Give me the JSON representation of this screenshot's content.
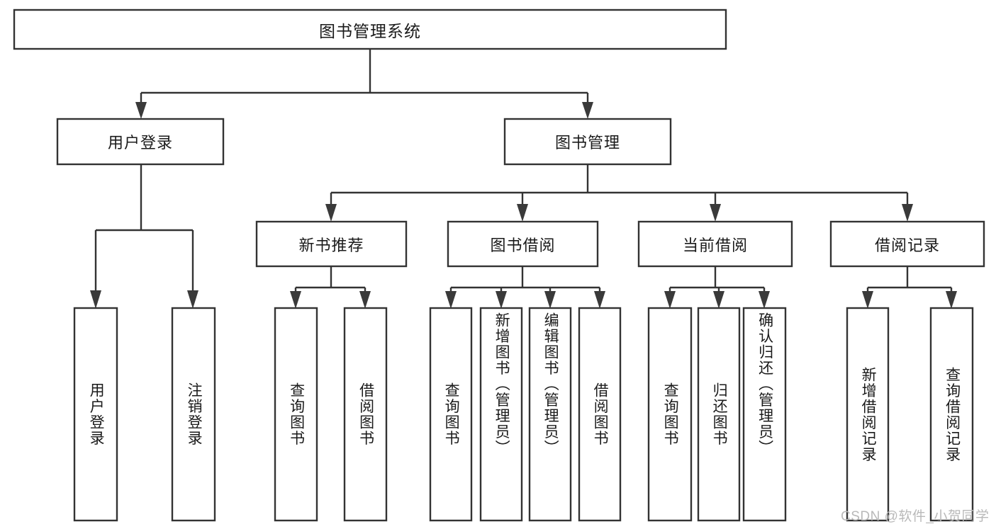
{
  "diagram": {
    "title": "图书管理系统",
    "type": "tree-hierarchy",
    "watermark": "CSDN @软件_小贺同学",
    "colors": {
      "background": "#ffffff",
      "box_stroke": "#333333",
      "box_fill": "#ffffff",
      "text": "#1a1a1a",
      "watermark": "#b9b9b9"
    },
    "root": {
      "label": "图书管理系统",
      "orientation": "horizontal"
    },
    "level1": [
      {
        "id": "user-login",
        "label": "用户登录",
        "orientation": "horizontal"
      },
      {
        "id": "book-manage",
        "label": "图书管理",
        "orientation": "horizontal"
      }
    ],
    "level2": [
      {
        "id": "new-book-recommend",
        "label": "新书推荐",
        "orientation": "horizontal",
        "parent": "book-manage"
      },
      {
        "id": "book-borrow",
        "label": "图书借阅",
        "orientation": "horizontal",
        "parent": "book-manage"
      },
      {
        "id": "current-borrow",
        "label": "当前借阅",
        "orientation": "horizontal",
        "parent": "book-manage"
      },
      {
        "id": "borrow-record",
        "label": "借阅记录",
        "orientation": "horizontal",
        "parent": "book-manage"
      }
    ],
    "leaves": [
      {
        "id": "leaf-user-login",
        "label": "用户登录",
        "orientation": "vertical",
        "parent": "user-login"
      },
      {
        "id": "leaf-user-logout",
        "label": "注销登录",
        "orientation": "vertical",
        "parent": "user-login"
      },
      {
        "id": "leaf-query-book-1",
        "label": "查询图书",
        "orientation": "vertical",
        "parent": "new-book-recommend"
      },
      {
        "id": "leaf-borrow-book-1",
        "label": "借阅图书",
        "orientation": "vertical",
        "parent": "new-book-recommend"
      },
      {
        "id": "leaf-query-book-2",
        "label": "查询图书",
        "orientation": "vertical",
        "parent": "book-borrow"
      },
      {
        "id": "leaf-add-book",
        "label": "新增图书（管理员）",
        "orientation": "vertical",
        "parent": "book-borrow"
      },
      {
        "id": "leaf-edit-book",
        "label": "编辑图书（管理员）",
        "orientation": "vertical",
        "parent": "book-borrow"
      },
      {
        "id": "leaf-borrow-book-2",
        "label": "借阅图书",
        "orientation": "vertical",
        "parent": "book-borrow"
      },
      {
        "id": "leaf-query-book-3",
        "label": "查询图书",
        "orientation": "vertical",
        "parent": "current-borrow"
      },
      {
        "id": "leaf-return-book",
        "label": "归还图书",
        "orientation": "vertical",
        "parent": "current-borrow"
      },
      {
        "id": "leaf-confirm-return",
        "label": "确认归还（管理员）",
        "orientation": "vertical",
        "parent": "current-borrow"
      },
      {
        "id": "leaf-add-record",
        "label": "新增借阅记录",
        "orientation": "vertical",
        "parent": "borrow-record"
      },
      {
        "id": "leaf-query-record",
        "label": "查询借阅记录",
        "orientation": "vertical",
        "parent": "borrow-record"
      }
    ]
  }
}
